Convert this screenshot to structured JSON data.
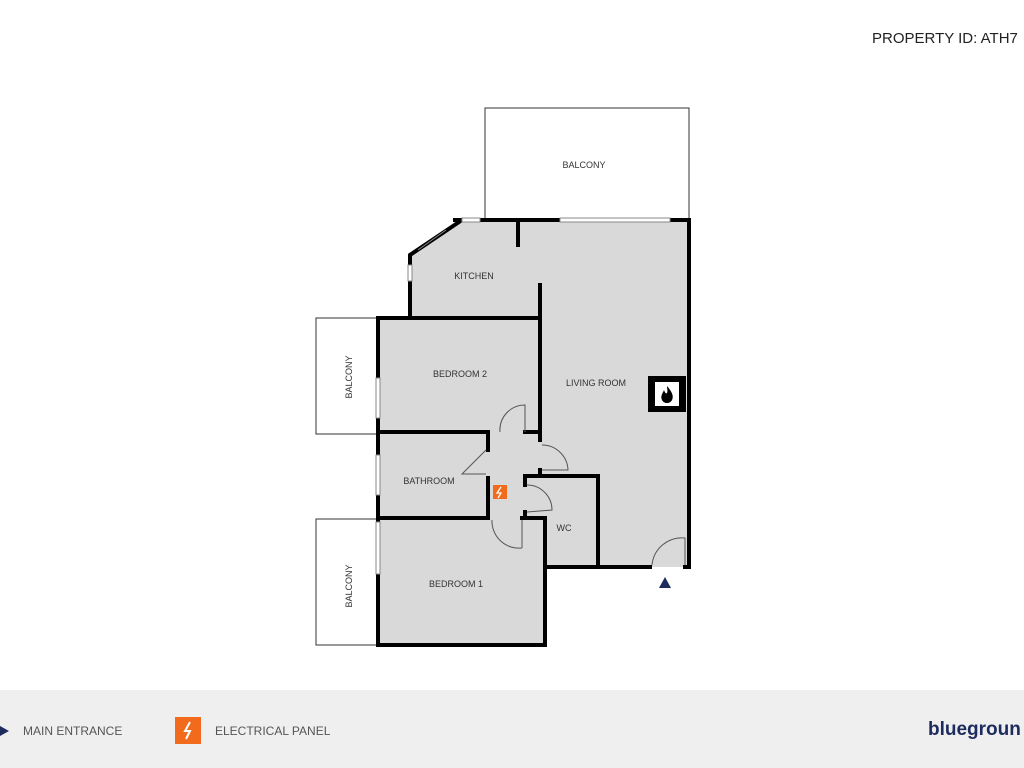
{
  "header": {
    "property_id": "PROPERTY ID: ATH7"
  },
  "rooms": {
    "balcony_top": "BALCONY",
    "balcony_left_1": "BALCONY",
    "balcony_left_2": "BALCONY",
    "kitchen": "KITCHEN",
    "bedroom_2": "BEDROOM 2",
    "living_room": "LIVING ROOM",
    "bathroom": "BATHROOM",
    "wc": "WC",
    "bedroom_1": "BEDROOM 1"
  },
  "legend": {
    "main_entrance": "MAIN ENTRANCE",
    "electrical_panel": "ELECTRICAL PANEL",
    "logo": "bluegroun"
  },
  "colors": {
    "room_fill": "#d9d9d9",
    "wall": "#000000",
    "electrical": "#f26b1d",
    "entrance": "#1d2b5e",
    "legend_bg": "#efefef"
  }
}
